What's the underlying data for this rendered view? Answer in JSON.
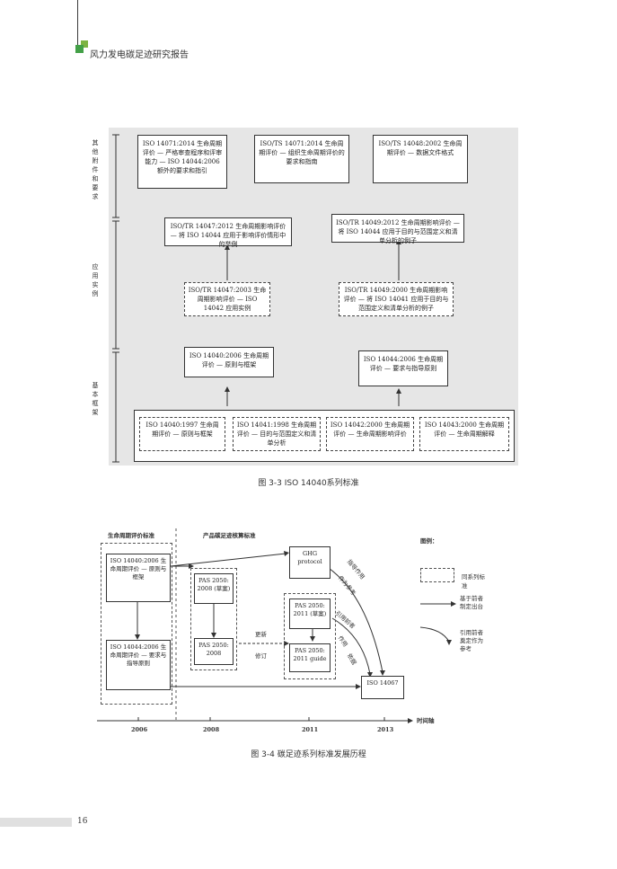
{
  "header": {
    "title": "风力发电碳足迹研究报告"
  },
  "figure1": {
    "caption": "图 3-3 ISO 14040系列标准",
    "side_labels": [
      "其他附件和要求",
      "应用实例",
      "基本框架"
    ],
    "row1": [
      "ISO 14071:2014 生命周期评价 — 严格审查程序和评审能力 — ISO 14044:2006 额外的要求和指引",
      "ISO/TS 14071:2014 生命周期评价 — 组织生命周期评价的要求和指南",
      "ISO/TS 14048:2002 生命周期评价 — 数据文件格式"
    ],
    "row2": [
      "ISO/TR 14047:2012 生命周期影响评价 — 将 ISO 14044 应用于影响评价情形中的举例",
      "ISO/TR 14049:2012 生命周期影响评价 — 将 ISO 14044 应用于目的与范围定义和清单分析的例子"
    ],
    "row3": [
      "ISO/TR 14047:2003 生命周期影响评价 — ISO 14042 应用实例",
      "ISO/TR 14049:2000 生命周期影响评价 — 将 ISO 14041 应用于目的与范围定义和清单分析的例子"
    ],
    "row4": [
      "ISO 14040:2006 生命周期评价 — 原则与框架",
      "ISO 14044:2006 生命周期评价 — 要求与指导原则"
    ],
    "row5": [
      "ISO 14040:1997 生命周期评价 — 原则与框架",
      "ISO 14041:1998 生命周期评价 — 目的与范围定义和清单分析",
      "ISO 14042:2000 生命周期评价 — 生命周期影响评价",
      "ISO 14043:2000 生命周期评价 — 生命周期解释"
    ]
  },
  "figure2": {
    "caption": "图 3-4 碳足迹系列标准发展历程",
    "section_left": "生命周期评价标准",
    "section_right": "产品碳足迹核算标准",
    "legend_title": "图例：",
    "legend": [
      "同系列标准",
      "基于前者制定出台",
      "引用前者奠定作为参考"
    ],
    "boxes": {
      "iso14040": "ISO 14040:2006 生命周期评价 — 原则与框架",
      "iso14044": "ISO 14044:2006 生命周期评价 — 要求与指导原则",
      "pas2008d": "PAS 2050: 2008 (草案)",
      "pas2008": "PAS 2050: 2008",
      "ghg": "GHG protocol",
      "pas2011d": "PAS 2050: 2011 (草案)",
      "pas2011g": "PAS 2050: 2011 guide",
      "iso14067": "ISO 14067"
    },
    "arrow_labels": [
      "更新",
      "修订",
      "指导作用",
      "作为参考",
      "作用",
      "引用前者",
      "依据"
    ],
    "axis": {
      "years": [
        "2006",
        "2008",
        "2011",
        "2013"
      ],
      "label": "时间轴"
    }
  },
  "footer": {
    "page": "16"
  }
}
